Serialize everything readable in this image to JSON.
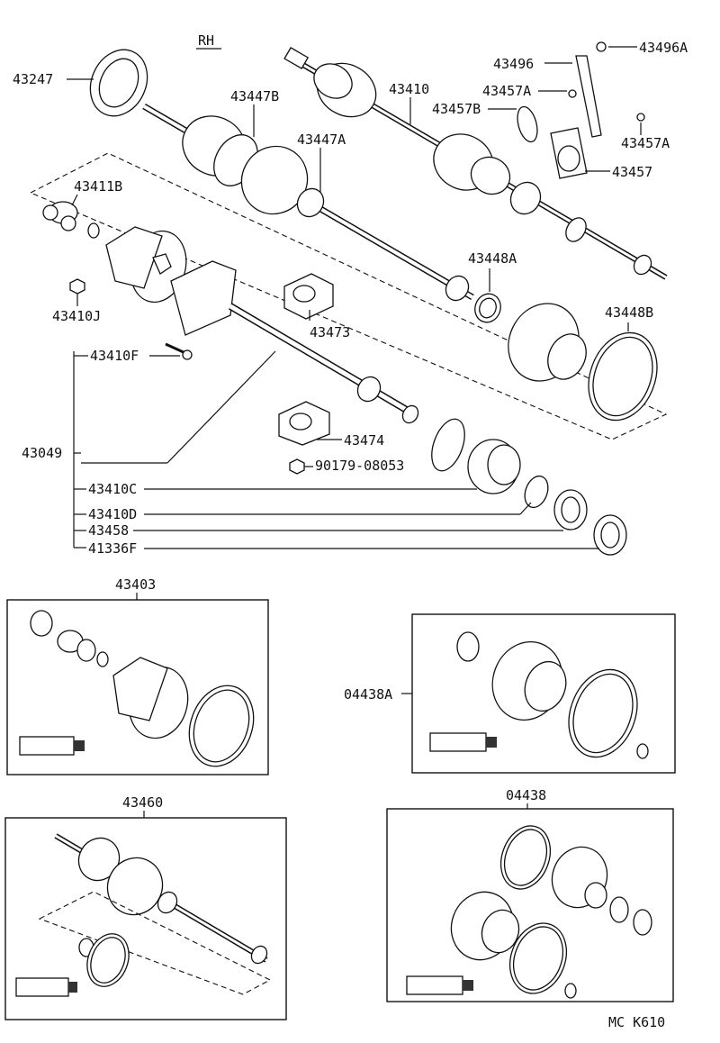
{
  "diagram": {
    "side_label": "RH",
    "code": "MC K610",
    "labels": {
      "p43247": "43247",
      "p43447B": "43447B",
      "p43410": "43410",
      "p43496": "43496",
      "p43496A": "43496A",
      "p43457A_top": "43457A",
      "p43457B": "43457B",
      "p43457A_right": "43457A",
      "p43457": "43457",
      "p43447A": "43447A",
      "p43411B": "43411B",
      "p43448A": "43448A",
      "p43448B": "43448B",
      "p43410J": "43410J",
      "p43473": "43473",
      "p43410F": "43410F",
      "p43474": "43474",
      "p43049": "43049",
      "p90179": "90179-08053",
      "p43410C": "43410C",
      "p43410D": "43410D",
      "p43458": "43458",
      "p41336F": "41336F",
      "kit43403": "43403",
      "kit04438A": "04438A",
      "kit43460": "43460",
      "kit04438": "04438"
    }
  }
}
